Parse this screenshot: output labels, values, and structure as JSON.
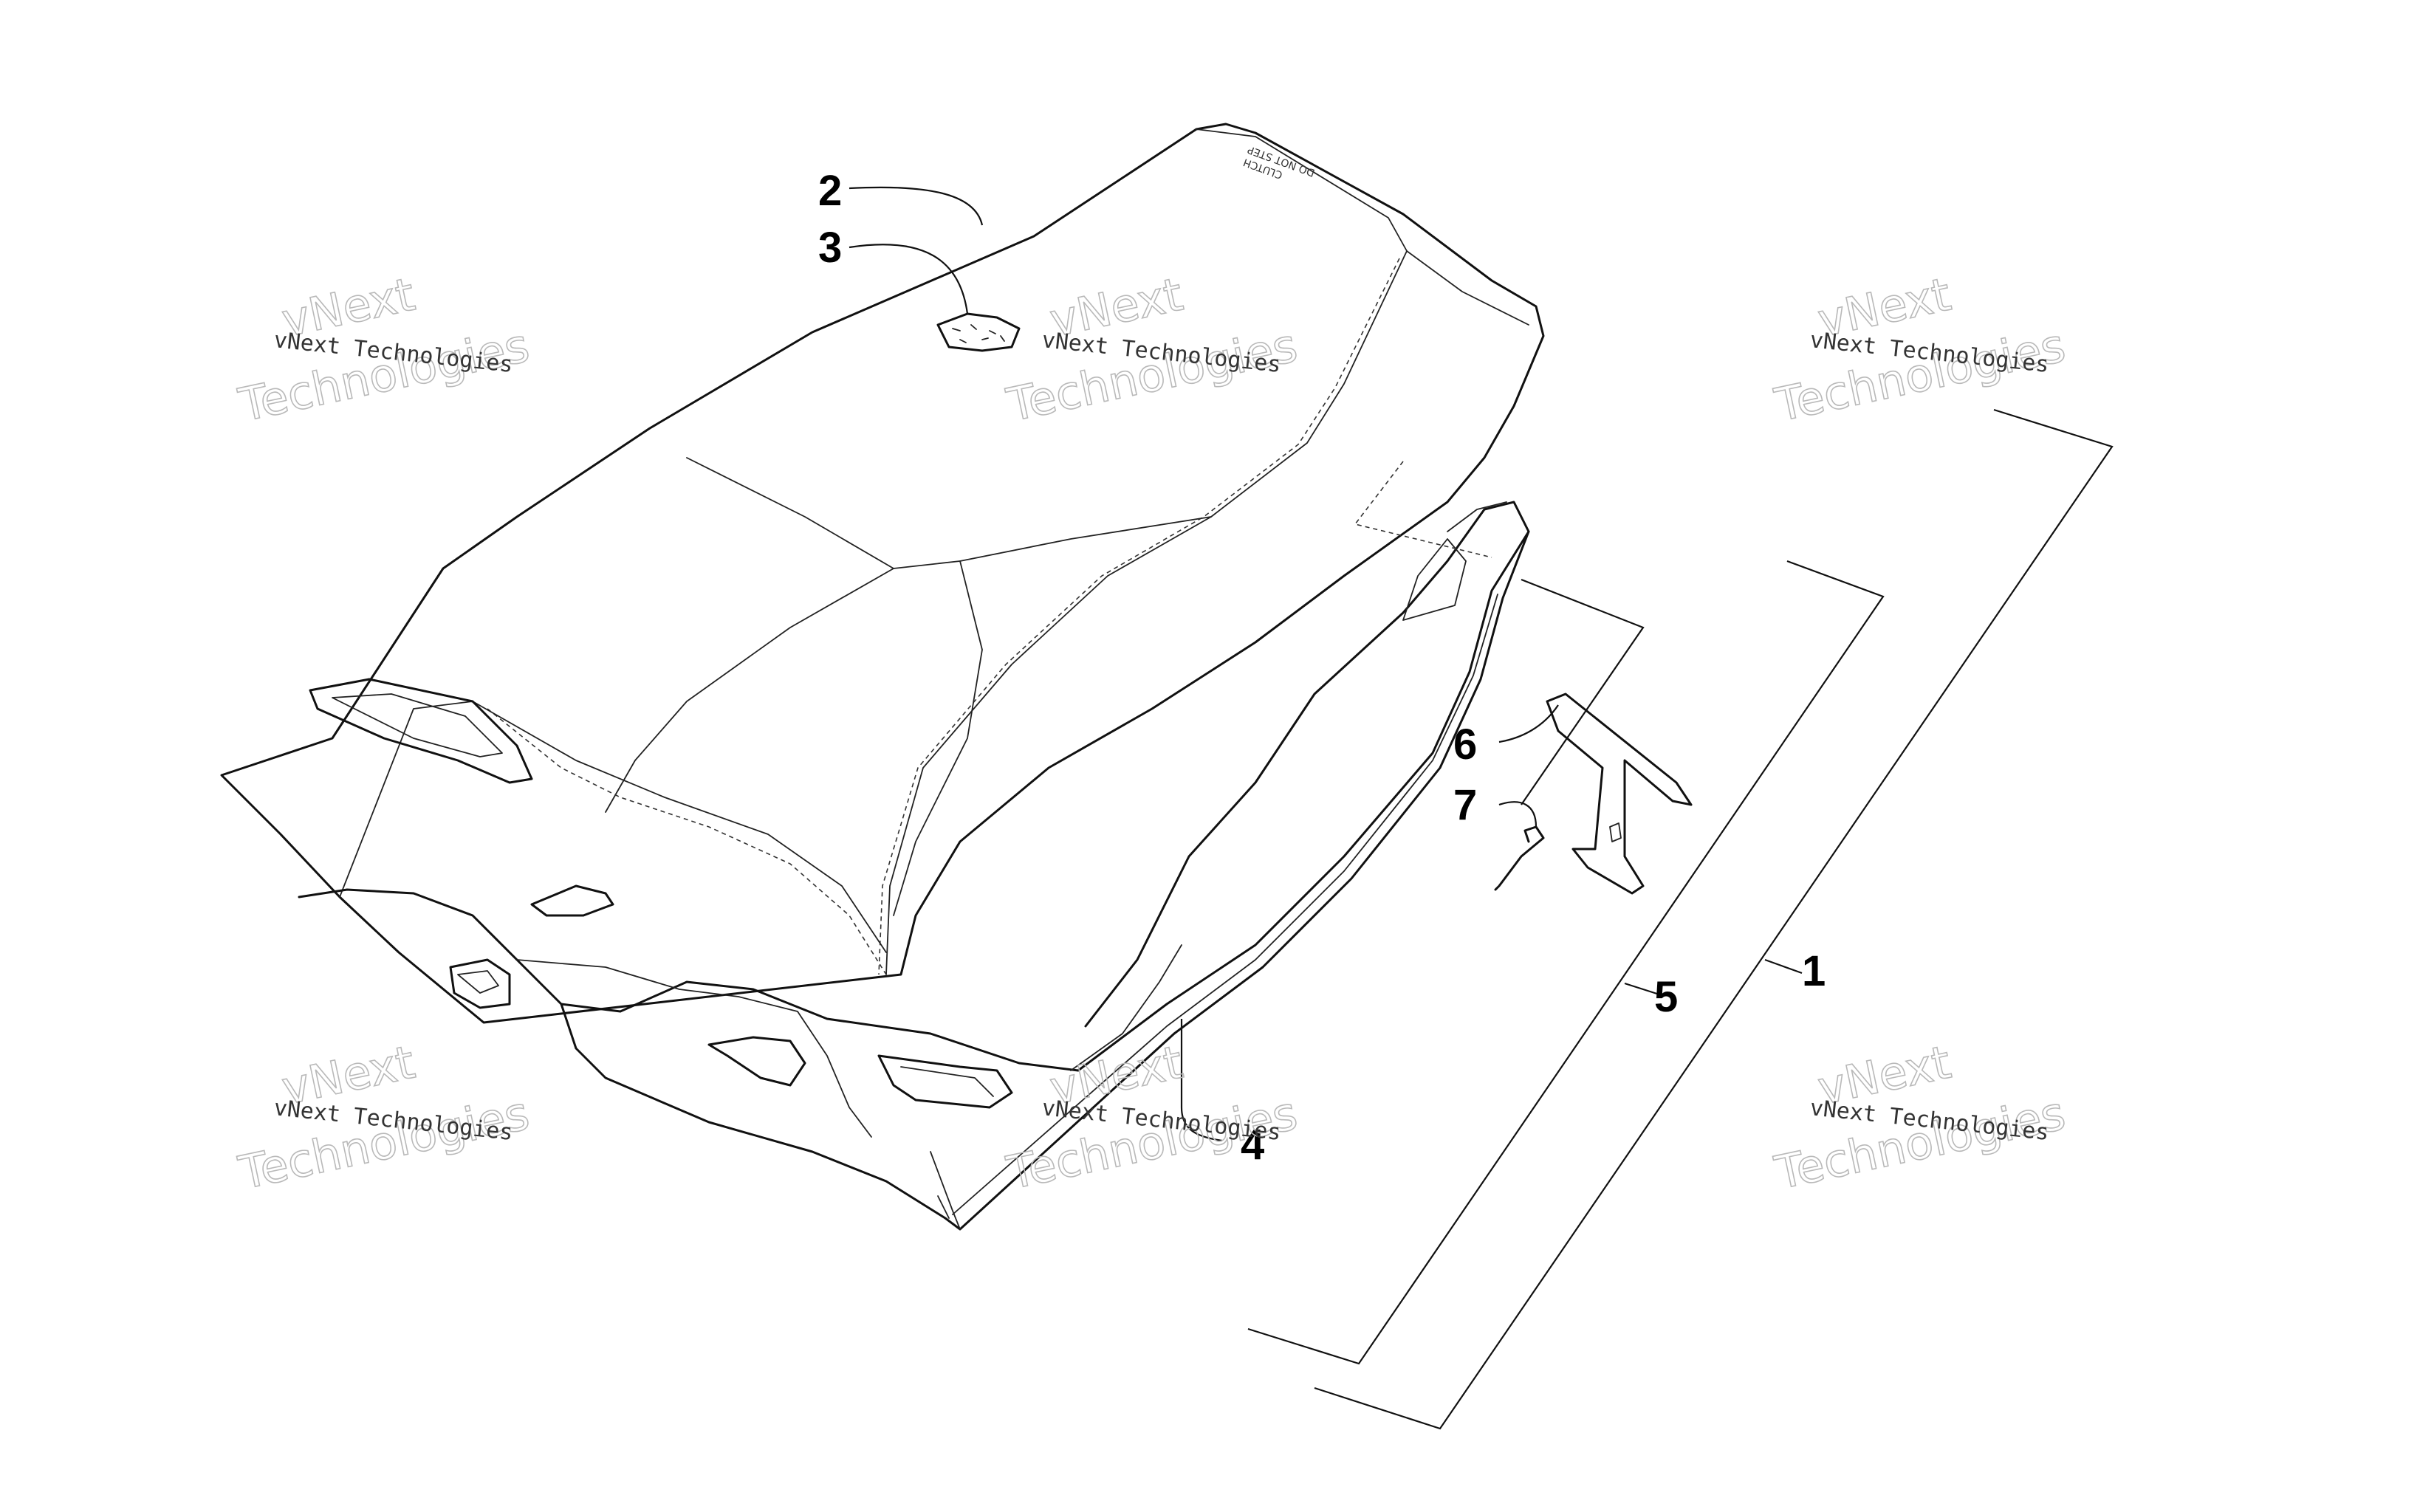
{
  "callouts": [
    {
      "id": "1",
      "label": "1"
    },
    {
      "id": "2",
      "label": "2"
    },
    {
      "id": "3",
      "label": "3"
    },
    {
      "id": "4",
      "label": "4"
    },
    {
      "id": "5",
      "label": "5"
    },
    {
      "id": "6",
      "label": "6"
    },
    {
      "id": "7",
      "label": "7"
    }
  ],
  "watermark": {
    "line_small": "vNext Technologies",
    "line_big_1": "vNext",
    "line_big_2": "Technologies"
  },
  "seat_brand": {
    "line1": "CLUTCH",
    "line2": "DO NOT STEP"
  }
}
